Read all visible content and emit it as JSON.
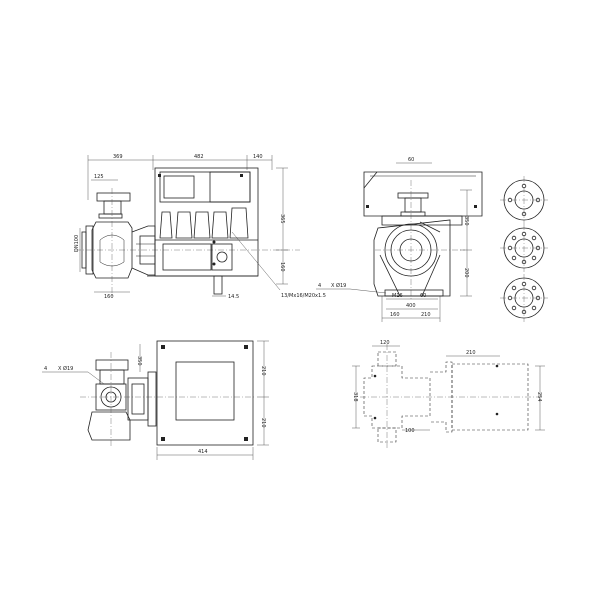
{
  "views": {
    "side": {
      "dims": {
        "overall_pump": "369",
        "motor_length": "482",
        "motor_top": "140",
        "flange_offset": "125",
        "outlet_dn": "DN100",
        "base": "160",
        "foot": "14.5",
        "height_upper": "365",
        "height_lower": "160",
        "holes": "13/Mx16/M20x1.5"
      }
    },
    "front": {
      "dims": {
        "top": "60",
        "height_upper": "350",
        "height_lower": "200",
        "inlet": "M16",
        "foot_gap": "60",
        "base": "400",
        "left": "160",
        "right": "210",
        "holes_count": "4",
        "holes_dia": "X Ø19"
      }
    },
    "top": {
      "dims": {
        "holes_count": "4",
        "holes_dia": "X Ø19",
        "offset": "350",
        "width_right_top": "210",
        "width_right_bottom": "210",
        "length": "414"
      }
    },
    "dashed": {
      "dims": {
        "top_left": "120",
        "top_right": "210",
        "height_left": "318",
        "height_right": "254",
        "bottom": "100"
      }
    }
  }
}
